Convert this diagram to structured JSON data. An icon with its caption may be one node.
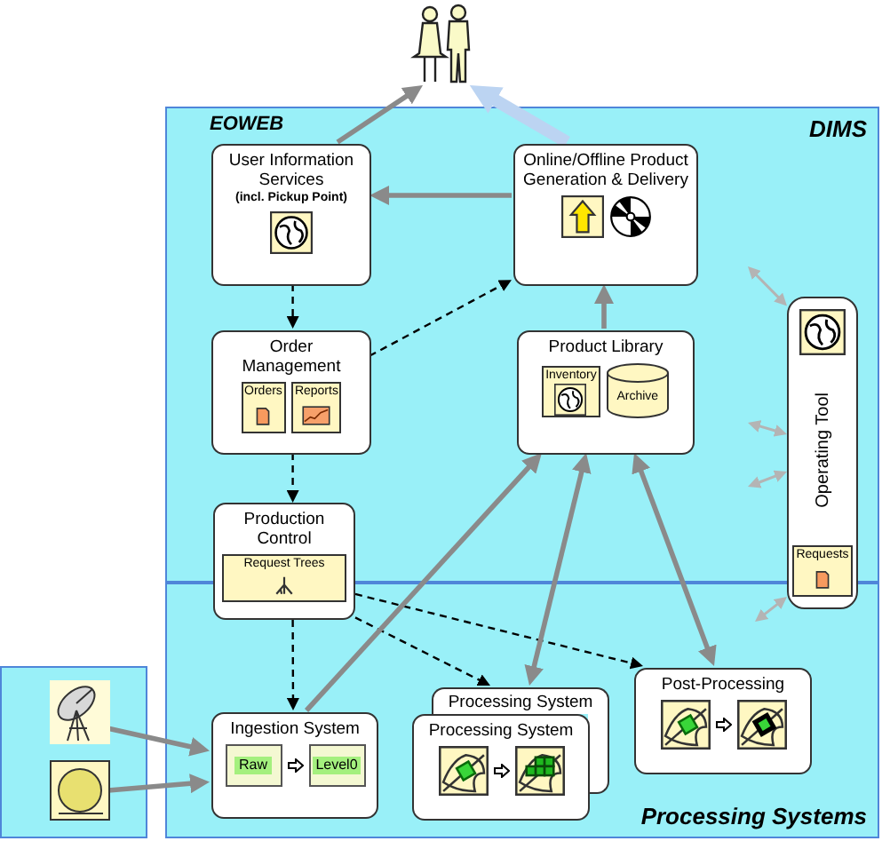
{
  "diagram": {
    "nodes": [
      {
        "text": [],
        "shape": "person"
      },
      {
        "text": [
          "DIMS"
        ]
      },
      {
        "text": [
          "User Information Services",
          "(incl. Pickup Point)"
        ],
        "in": 1
      },
      {
        "text": [
          "Online/Offline Product Generation & Delivery"
        ],
        "in": 1
      },
      {
        "text": [
          "Order Management",
          "Orders",
          "Reports"
        ],
        "in": 1
      },
      {
        "text": [
          "Product Library",
          "Inventory",
          "Archive"
        ],
        "in": 1
      },
      {
        "text": [
          "Operating Tool",
          "Requests"
        ]
      },
      {
        "text": [
          "Production Control",
          "Request Trees"
        ]
      },
      {
        "text": [
          "Processing Systems"
        ]
      },
      {
        "text": [
          "Ingestion System",
          "Raw",
          "Level0"
        ],
        "in": 8
      },
      {
        "text": [
          "Processing System"
        ],
        "in": 8
      },
      {
        "text": [
          "Processing System"
        ],
        "in": 8
      },
      {
        "text": [
          "Post-Processing"
        ],
        "in": 8
      },
      {
        "text": [],
        "shape": "box"
      },
      {
        "text": [],
        "shape": "picture",
        "in": 13
      },
      {
        "text": [],
        "shape": "picture",
        "in": 13
      }
    ],
    "edges": [
      {
        "from": 2,
        "to": 0,
        "arrow": "to"
      },
      {
        "from": 3,
        "to": 0,
        "arrow": "to",
        "style": "thick",
        "color": "#bcd4f2"
      },
      {
        "from": 3,
        "to": 2,
        "arrow": "to"
      },
      {
        "from": 5,
        "to": 3,
        "arrow": "to"
      },
      {
        "from": 2,
        "to": 4,
        "arrow": "to",
        "style": "dashed",
        "color": "#000000"
      },
      {
        "from": 4,
        "to": 3,
        "arrow": "to",
        "style": "dashed",
        "color": "#000000"
      },
      {
        "from": 4,
        "to": 7,
        "arrow": "to",
        "style": "dashed",
        "color": "#000000"
      },
      {
        "from": 7,
        "to": 9,
        "arrow": "to",
        "style": "dashed",
        "color": "#000000"
      },
      {
        "from": 7,
        "to": 10,
        "arrow": "to",
        "style": "dashed",
        "color": "#000000"
      },
      {
        "from": 7,
        "to": 12,
        "arrow": "to",
        "style": "dashed",
        "color": "#000000"
      },
      {
        "from": 9,
        "to": 5,
        "arrow": "to"
      },
      {
        "from": 10,
        "to": 5,
        "arrow": "both"
      },
      {
        "from": 5,
        "to": 12,
        "arrow": "both"
      },
      {
        "from": 14,
        "to": 9,
        "arrow": "to"
      },
      {
        "from": 15,
        "to": 9,
        "arrow": "to"
      },
      {
        "from": null,
        "to": 6,
        "arrow": "both",
        "color": "#b4b4b4"
      },
      {
        "from": null,
        "to": 6,
        "arrow": "both",
        "color": "#b4b4b4"
      },
      {
        "from": null,
        "to": 6,
        "arrow": "both",
        "color": "#b4b4b4"
      },
      {
        "from": null,
        "to": 6,
        "arrow": "both",
        "color": "#b4b4b4"
      }
    ],
    "labels": [
      "EOWEB"
    ]
  }
}
